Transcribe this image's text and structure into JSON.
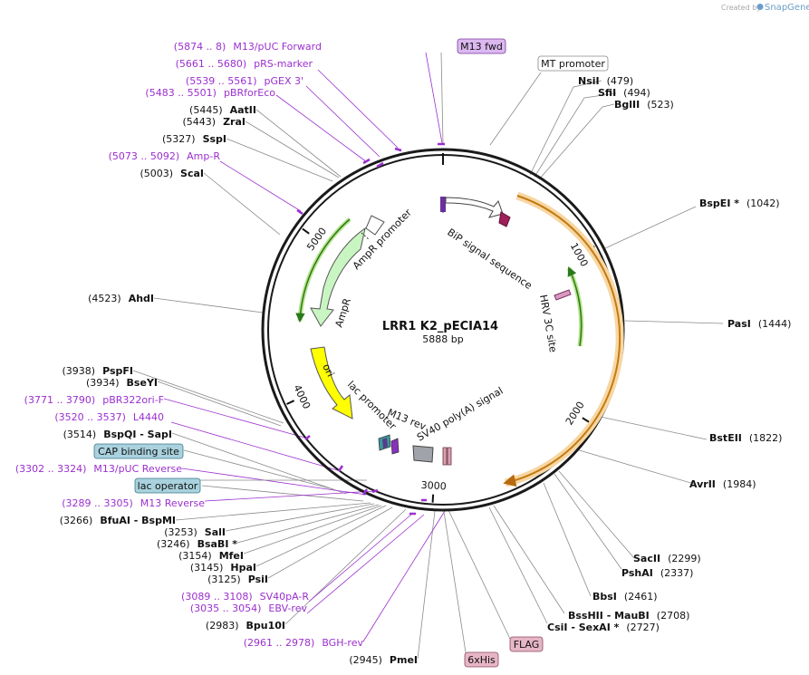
{
  "credit": {
    "created_by": "Created by",
    "brand": "SnapGene"
  },
  "map": {
    "name": "LRR1 K2_pECIA14",
    "length": "5888 bp"
  },
  "ticks": [
    {
      "label": "1000",
      "bp": 1000
    },
    {
      "label": "2000",
      "bp": 2000
    },
    {
      "label": "3000",
      "bp": 3000
    },
    {
      "label": "4000",
      "bp": 4000
    },
    {
      "label": "5000",
      "bp": 5000
    }
  ],
  "features": [
    {
      "label": "BiP signal sequence"
    },
    {
      "label": "HRV 3C site"
    },
    {
      "label": "SV40 poly(A) signal"
    },
    {
      "label": "M13 rev"
    },
    {
      "label": "lac promoter"
    },
    {
      "label": "ori"
    },
    {
      "label": "AmpR"
    },
    {
      "label": "AmpR promoter"
    }
  ],
  "boxed_labels": [
    {
      "text": "M13 fwd",
      "fill": "#dcb8f0"
    },
    {
      "text": "MT promoter",
      "fill": "#ffffff"
    },
    {
      "text": "CAP binding site",
      "fill": "#a9d2de"
    },
    {
      "text": "lac operator",
      "fill": "#a9d2de"
    },
    {
      "text": "FLAG",
      "fill": "#e7b6c6"
    },
    {
      "text": "6xHis",
      "fill": "#e7b6c6"
    }
  ],
  "left_labels": [
    {
      "kind": "primer",
      "pos": "(5874 .. 8)",
      "name": "M13/pUC Forward"
    },
    {
      "kind": "primer",
      "pos": "(5661 .. 5680)",
      "name": "pRS-marker"
    },
    {
      "kind": "primer",
      "pos": "(5539 .. 5561)",
      "name": "pGEX 3'"
    },
    {
      "kind": "primer",
      "pos": "(5483 .. 5501)",
      "name": "pBRforEco"
    },
    {
      "kind": "enzyme",
      "pos": "(5445)",
      "name": "AatII"
    },
    {
      "kind": "enzyme",
      "pos": "(5443)",
      "name": "ZraI"
    },
    {
      "kind": "enzyme",
      "pos": "(5327)",
      "name": "SspI"
    },
    {
      "kind": "primer",
      "pos": "(5073 .. 5092)",
      "name": "Amp-R"
    },
    {
      "kind": "enzyme",
      "pos": "(5003)",
      "name": "ScaI"
    },
    {
      "kind": "enzyme",
      "pos": "(4523)",
      "name": "AhdI"
    },
    {
      "kind": "enzyme",
      "pos": "(3938)",
      "name": "PspFI"
    },
    {
      "kind": "enzyme",
      "pos": "(3934)",
      "name": "BseYI"
    },
    {
      "kind": "primer",
      "pos": "(3771 .. 3790)",
      "name": "pBR322ori-F"
    },
    {
      "kind": "primer",
      "pos": "(3520 .. 3537)",
      "name": "L4440"
    },
    {
      "kind": "enzyme",
      "pos": "(3514)",
      "name": "BspQI   - SapI"
    },
    {
      "kind": "primer",
      "pos": "(3302 .. 3324)",
      "name": "M13/pUC Reverse"
    },
    {
      "kind": "primer",
      "pos": "(3289 .. 3305)",
      "name": "M13 Reverse"
    },
    {
      "kind": "enzyme",
      "pos": "(3266)",
      "name": "BfuAI   - BspMI"
    },
    {
      "kind": "enzyme",
      "pos": "(3253)",
      "name": "SalI"
    },
    {
      "kind": "enzyme",
      "pos": "(3246)",
      "name": "BsaBI *"
    },
    {
      "kind": "enzyme",
      "pos": "(3154)",
      "name": "MfeI"
    },
    {
      "kind": "enzyme",
      "pos": "(3145)",
      "name": "HpaI"
    },
    {
      "kind": "enzyme",
      "pos": "(3125)",
      "name": "PsiI"
    },
    {
      "kind": "primer",
      "pos": "(3089 .. 3108)",
      "name": "SV40pA-R"
    },
    {
      "kind": "primer",
      "pos": "(3035 .. 3054)",
      "name": "EBV-rev"
    },
    {
      "kind": "enzyme",
      "pos": "(2983)",
      "name": "Bpu10I"
    },
    {
      "kind": "primer",
      "pos": "(2961 .. 2978)",
      "name": "BGH-rev"
    },
    {
      "kind": "enzyme",
      "pos": "(2945)",
      "name": "PmeI"
    }
  ],
  "right_labels": [
    {
      "name": "NsiI",
      "pos": "(479)"
    },
    {
      "name": "SfiI",
      "pos": "(494)"
    },
    {
      "name": "BglII",
      "pos": "(523)"
    },
    {
      "name": "BspEI *",
      "pos": "(1042)"
    },
    {
      "name": "PasI",
      "pos": "(1444)"
    },
    {
      "name": "BstEII",
      "pos": "(1822)"
    },
    {
      "name": "AvrII",
      "pos": "(1984)"
    },
    {
      "name": "SacII",
      "pos": "(2299)"
    },
    {
      "name": "PshAI",
      "pos": "(2337)"
    },
    {
      "name": "BbsI",
      "pos": "(2461)"
    },
    {
      "name": "BssHII   - MauBI",
      "pos": "(2708)"
    },
    {
      "name": "CsiI   - SexAI *",
      "pos": "(2727)"
    }
  ]
}
